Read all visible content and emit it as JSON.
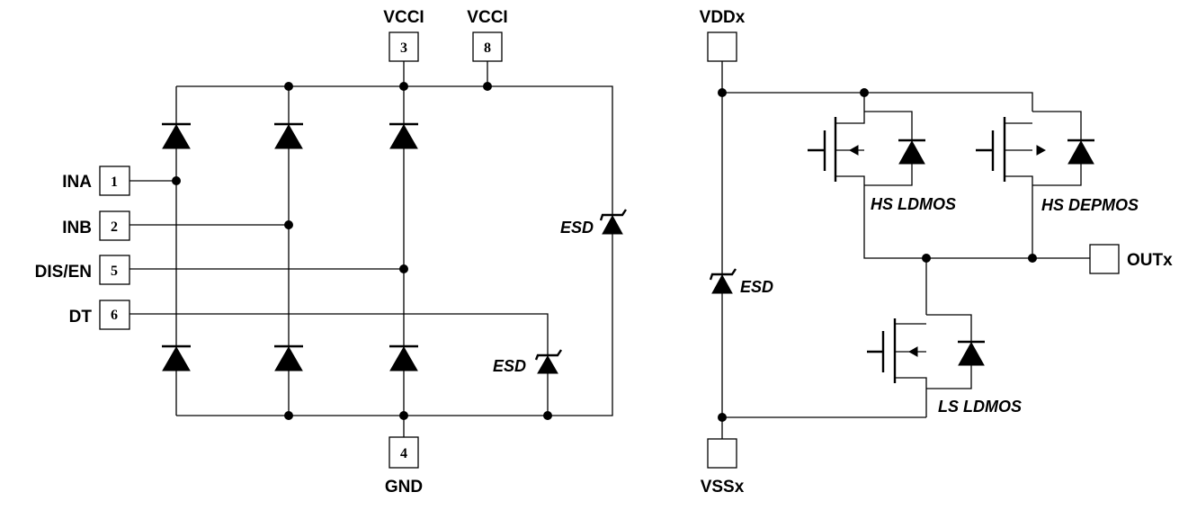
{
  "left_block": {
    "pins": [
      {
        "label": "VCCI",
        "number": "3"
      },
      {
        "label": "VCCI",
        "number": "8"
      },
      {
        "label": "INA",
        "number": "1"
      },
      {
        "label": "INB",
        "number": "2"
      },
      {
        "label": "DIS/EN",
        "number": "5"
      },
      {
        "label": "DT",
        "number": "6"
      },
      {
        "label": "GND",
        "number": "4"
      }
    ],
    "esd_labels": [
      "ESD",
      "ESD"
    ]
  },
  "right_block": {
    "pins": [
      {
        "label": "VDDx"
      },
      {
        "label": "VSSx"
      },
      {
        "label": "OUTx"
      }
    ],
    "devices": [
      "HS LDMOS",
      "HS DEPMOS",
      "LS LDMOS"
    ],
    "esd_label": "ESD"
  }
}
